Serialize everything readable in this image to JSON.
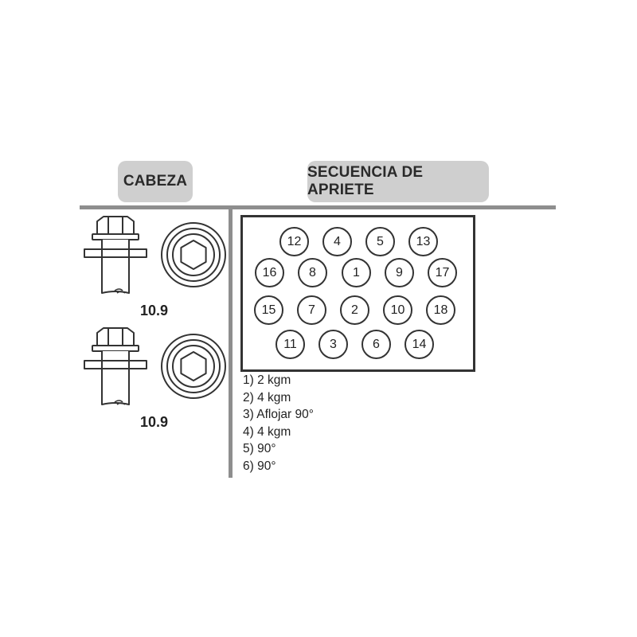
{
  "headers": {
    "head": "CABEZA",
    "sequence": "SECUENCIA DE APRIETE"
  },
  "bolts": [
    {
      "grade": "10.9",
      "icon": "hex-flange-bolt-side-view"
    },
    {
      "grade": "10.9",
      "icon": "hex-flange-bolt-side-view"
    }
  ],
  "sequence_numbers": [
    [
      "12",
      "4",
      "5",
      "13"
    ],
    [
      "16",
      "8",
      "1",
      "9",
      "17"
    ],
    [
      "15",
      "7",
      "2",
      "10",
      "18"
    ],
    [
      "11",
      "3",
      "6",
      "14"
    ]
  ],
  "steps": [
    "1) 2 kgm",
    "2) 4 kgm",
    "3) Aflojar 90°",
    "4) 4 kgm",
    "5) 90°",
    "6) 90°"
  ],
  "colors": {
    "pill": "#cfcfcf",
    "rule": "#8e8e8e",
    "line": "#333333"
  }
}
